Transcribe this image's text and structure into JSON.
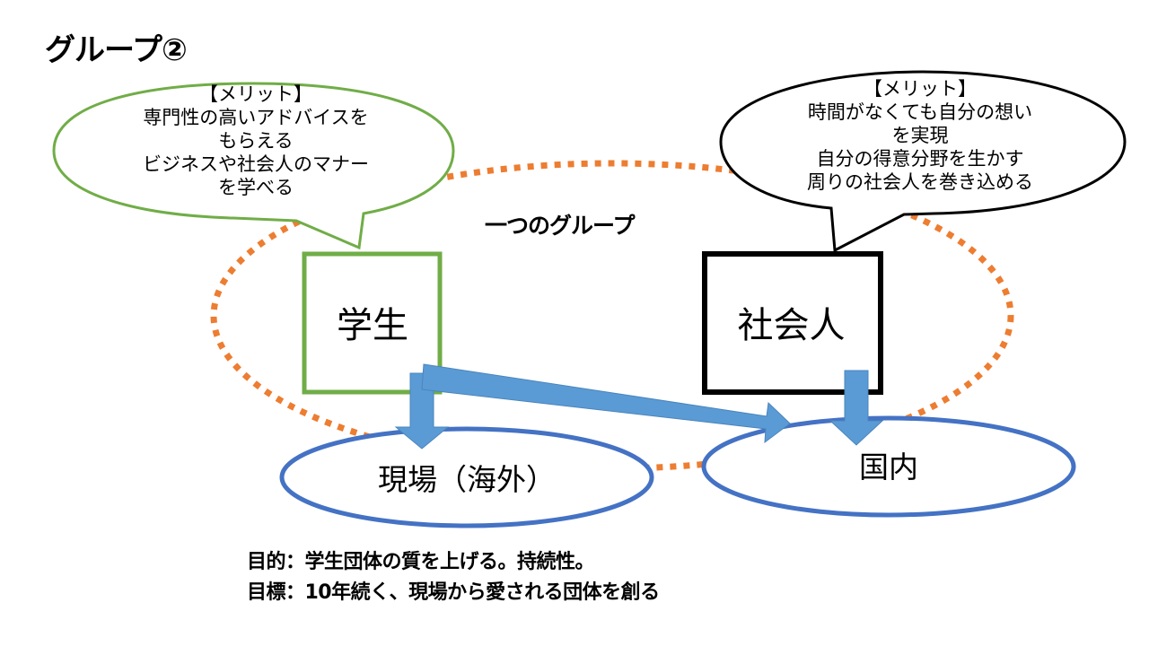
{
  "slide": {
    "title": "グループ②"
  },
  "colors": {
    "student_green": "#70ad47",
    "worker_black": "#000000",
    "group_orange": "#ed7d31",
    "field_blue": "#4472c4",
    "arrow_blue": "#5b9bd5"
  },
  "student_bubble": {
    "lines": [
      "【メリット】",
      "専門性の高いアドバイスを",
      "もらえる",
      "ビジネスや社会人のマナー",
      "を学べる"
    ]
  },
  "worker_bubble": {
    "lines": [
      "【メリット】",
      "時間がなくても自分の想い",
      "を実現",
      "自分の得意分野を生かす",
      "周りの社会人を巻き込める"
    ]
  },
  "group": {
    "label": "一つのグループ"
  },
  "nodes": {
    "student": "学生",
    "worker": "社会人",
    "overseas": "現場（海外）",
    "domestic": "国内"
  },
  "footer": {
    "purpose": "目的：学生団体の質を上げる。持続性。",
    "goal": "目標：10年続く、現場から愛される団体を創る"
  }
}
